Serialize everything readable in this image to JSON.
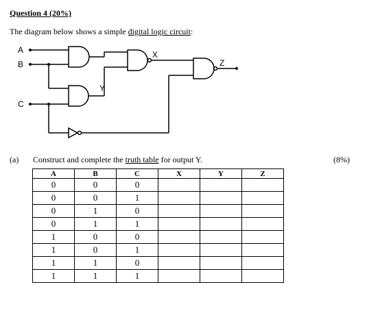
{
  "heading": "Question 4 (20%)",
  "intro": {
    "prefix": "The diagram below shows a simple ",
    "link": "digital logic circuit",
    "suffix": ":"
  },
  "circuit": {
    "labels": {
      "a": "A",
      "b": "B",
      "c": "C",
      "x": "X",
      "y": "Y",
      "z": "Z"
    }
  },
  "question_a": {
    "part": "(a)",
    "prefix": "Construct and complete the ",
    "link": "truth table",
    "suffix": " for output Y.",
    "marks": "(8%)"
  },
  "truth_table": {
    "headers": [
      "A",
      "B",
      "C",
      "X",
      "Y",
      "Z"
    ],
    "rows": [
      [
        "0",
        "0",
        "0",
        "",
        "",
        ""
      ],
      [
        "0",
        "0",
        "1",
        "",
        "",
        ""
      ],
      [
        "0",
        "1",
        "0",
        "",
        "",
        ""
      ],
      [
        "0",
        "1",
        "1",
        "",
        "",
        ""
      ],
      [
        "1",
        "0",
        "0",
        "",
        "",
        ""
      ],
      [
        "1",
        "0",
        "1",
        "",
        "",
        ""
      ],
      [
        "1",
        "1",
        "0",
        "",
        "",
        ""
      ],
      [
        "1",
        "1",
        "1",
        "",
        "",
        ""
      ]
    ]
  }
}
